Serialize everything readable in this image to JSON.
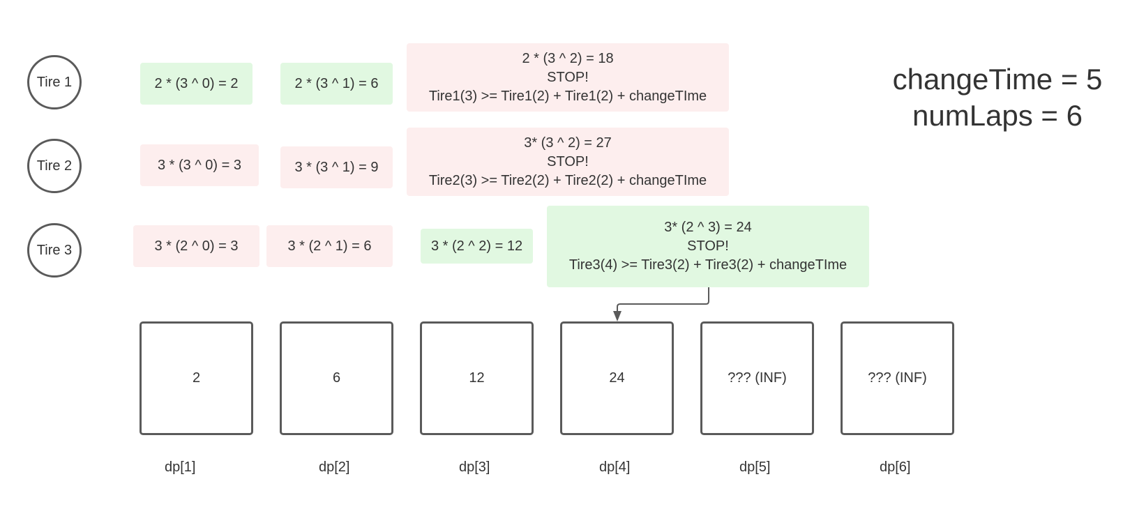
{
  "tires": [
    "Tire 1",
    "Tire 2",
    "Tire 3"
  ],
  "rows": {
    "tire1": [
      {
        "lines": [
          "2 * (3 ^ 0) = 2"
        ],
        "status": "green"
      },
      {
        "lines": [
          "2 * (3 ^ 1) = 6"
        ],
        "status": "green"
      },
      {
        "lines": [
          "2 * (3 ^ 2) = 18",
          "STOP!",
          "Tire1(3) >= Tire1(2) + Tire1(2) + changeTIme"
        ],
        "status": "red"
      }
    ],
    "tire2": [
      {
        "lines": [
          "3 * (3 ^ 0) = 3"
        ],
        "status": "red"
      },
      {
        "lines": [
          "3 * (3 ^ 1) = 9"
        ],
        "status": "red"
      },
      {
        "lines": [
          "3* (3 ^ 2) = 27",
          "STOP!",
          "Tire2(3) >= Tire2(2) + Tire2(2) + changeTIme"
        ],
        "status": "red"
      }
    ],
    "tire3": [
      {
        "lines": [
          "3 * (2 ^ 0) = 3"
        ],
        "status": "red"
      },
      {
        "lines": [
          "3 * (2 ^ 1) = 6"
        ],
        "status": "red"
      },
      {
        "lines": [
          "3 * (2 ^ 2) = 12"
        ],
        "status": "green"
      },
      {
        "lines": [
          "3* (2 ^ 3) = 24",
          "STOP!",
          "Tire3(4) >= Tire3(2) + Tire3(2) + changeTIme"
        ],
        "status": "green"
      }
    ]
  },
  "params": [
    "changeTime = 5",
    "numLaps = 6"
  ],
  "dp": [
    {
      "label": "dp[1]",
      "value": "2"
    },
    {
      "label": "dp[2]",
      "value": "6"
    },
    {
      "label": "dp[3]",
      "value": "12"
    },
    {
      "label": "dp[4]",
      "value": "24"
    },
    {
      "label": "dp[5]",
      "value": "??? (INF)"
    },
    {
      "label": "dp[6]",
      "value": "??? (INF)"
    }
  ],
  "colors": {
    "green": "#e1f8e1",
    "red": "#fdeeee",
    "stroke": "#5a5a5a",
    "text": "#333333"
  }
}
